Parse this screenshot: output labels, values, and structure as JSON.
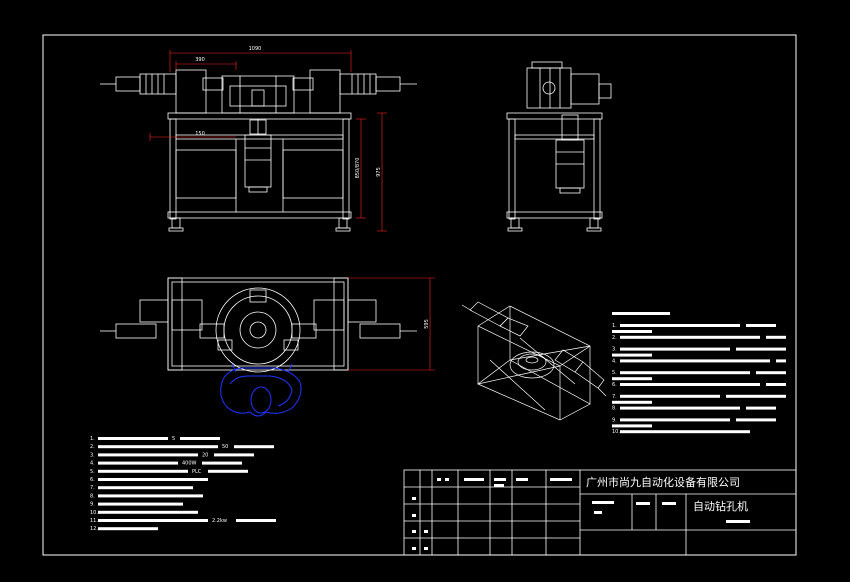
{
  "dimensions": {
    "front_overall_width": "1090",
    "front_partial_width": "390",
    "front_height": "975",
    "front_table_height": "850/870",
    "front_inner_offset": "150",
    "plan_depth": "595"
  },
  "notes_right": [
    {
      "num": "1."
    },
    {
      "num": "2."
    },
    {
      "num": "3."
    },
    {
      "num": "4."
    },
    {
      "num": "5."
    },
    {
      "num": "6."
    },
    {
      "num": "7."
    },
    {
      "num": "8."
    },
    {
      "num": "9."
    },
    {
      "num": "10."
    }
  ],
  "notes_left": [
    {
      "num": "1.",
      "tail": "5"
    },
    {
      "num": "2.",
      "tail": "50"
    },
    {
      "num": "3.",
      "tail": "20"
    },
    {
      "num": "4.",
      "tail": "400W"
    },
    {
      "num": "5.",
      "tail": "PLC"
    },
    {
      "num": "6.",
      "tail": ""
    },
    {
      "num": "7.",
      "tail": ""
    },
    {
      "num": "8.",
      "tail": ""
    },
    {
      "num": "9.",
      "tail": ""
    },
    {
      "num": "10.",
      "tail": ""
    },
    {
      "num": "11.",
      "tail": "2.2kw"
    },
    {
      "num": "12.",
      "tail": ""
    }
  ],
  "title_block": {
    "company": "广州市尚九自动化设备有限公司",
    "drawing_name": "自动钻孔机"
  },
  "colors": {
    "line": "#ffffff",
    "dimension": "#ff2020",
    "operator": "#1d35ff",
    "background": "#000000"
  }
}
